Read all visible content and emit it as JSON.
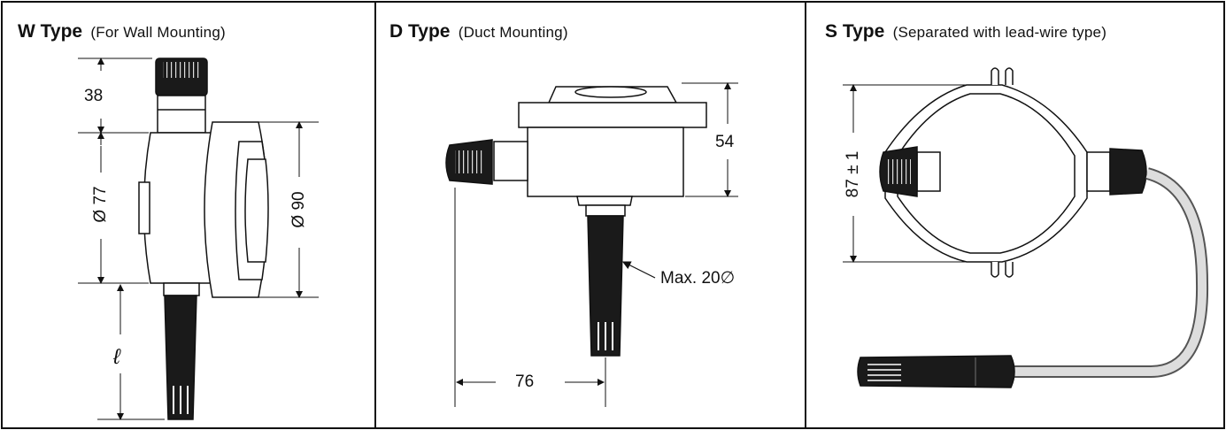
{
  "panels": [
    {
      "type_label": "W Type",
      "subtitle": "(For Wall Mounting)",
      "dims": {
        "top_height": "38",
        "body_diameter": "Ø 77",
        "face_diameter": "Ø 90",
        "probe_length": "ℓ"
      }
    },
    {
      "type_label": "D Type",
      "subtitle": "(Duct Mounting)",
      "dims": {
        "body_height": "54",
        "probe_max": "Max. 20∅",
        "width": "76"
      }
    },
    {
      "type_label": "S Type",
      "subtitle": "(Separated with lead-wire type)",
      "dims": {
        "body_height": "87 ± 1"
      }
    }
  ]
}
